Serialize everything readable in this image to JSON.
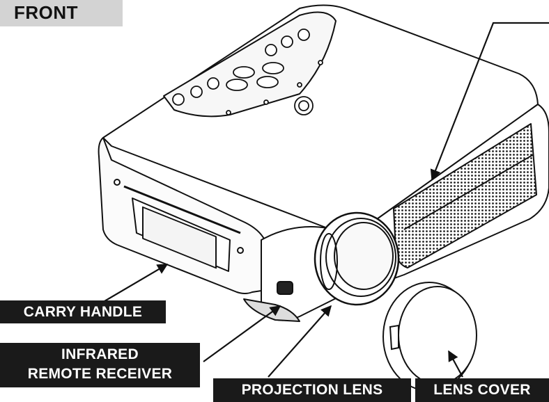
{
  "front_tag": "FRONT",
  "labels": {
    "carry_handle": "CARRY HANDLE",
    "infrared_line1": "INFRARED",
    "infrared_line2": "REMOTE RECEIVER",
    "projection_lens": "PROJECTION LENS",
    "lens_cover": "LENS COVER"
  },
  "colors": {
    "label_bg": "#1a1a1a",
    "label_text": "#ffffff",
    "tag_bg": "#d3d3d3",
    "outline": "#111111"
  },
  "icons": [
    "projector-illustration",
    "lens-cover-illustration",
    "callout-arrow"
  ]
}
